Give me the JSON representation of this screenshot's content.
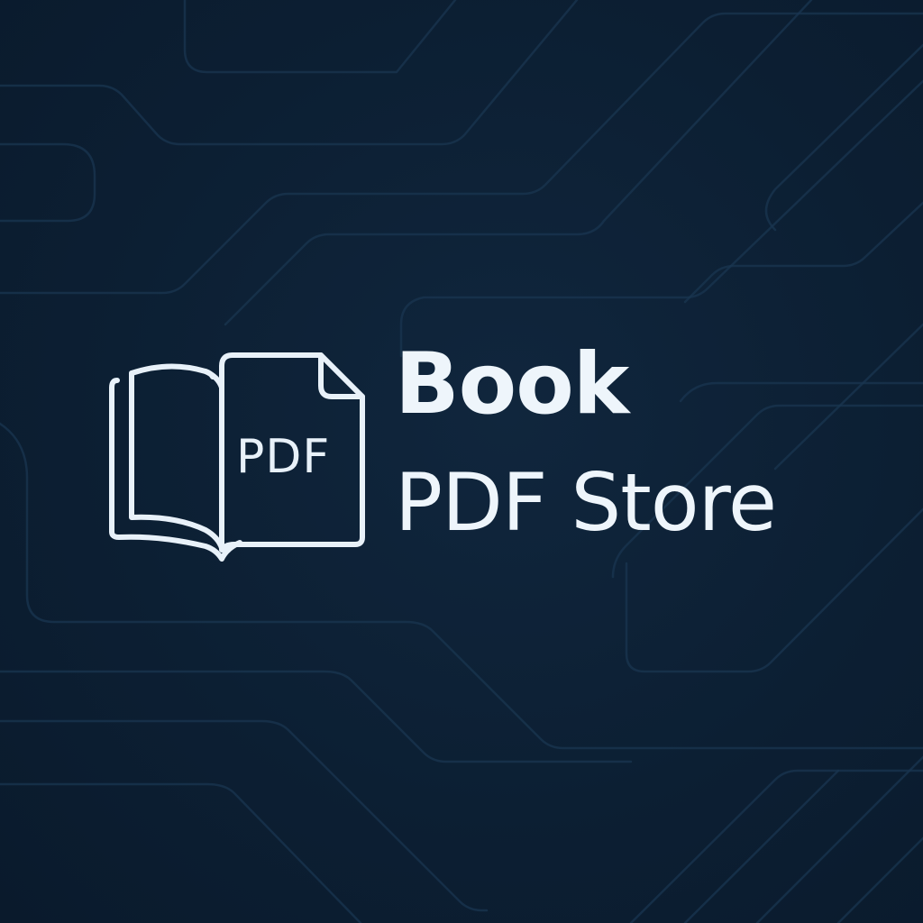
{
  "brand": {
    "name_line1": "Book",
    "name_line2": "PDF Store",
    "icon": "open-book-pdf-icon",
    "icon_label": "PDF"
  },
  "colors": {
    "background": "#0c1f33",
    "circuit_lines": "#1a3550",
    "foreground": "#eef5fb"
  }
}
